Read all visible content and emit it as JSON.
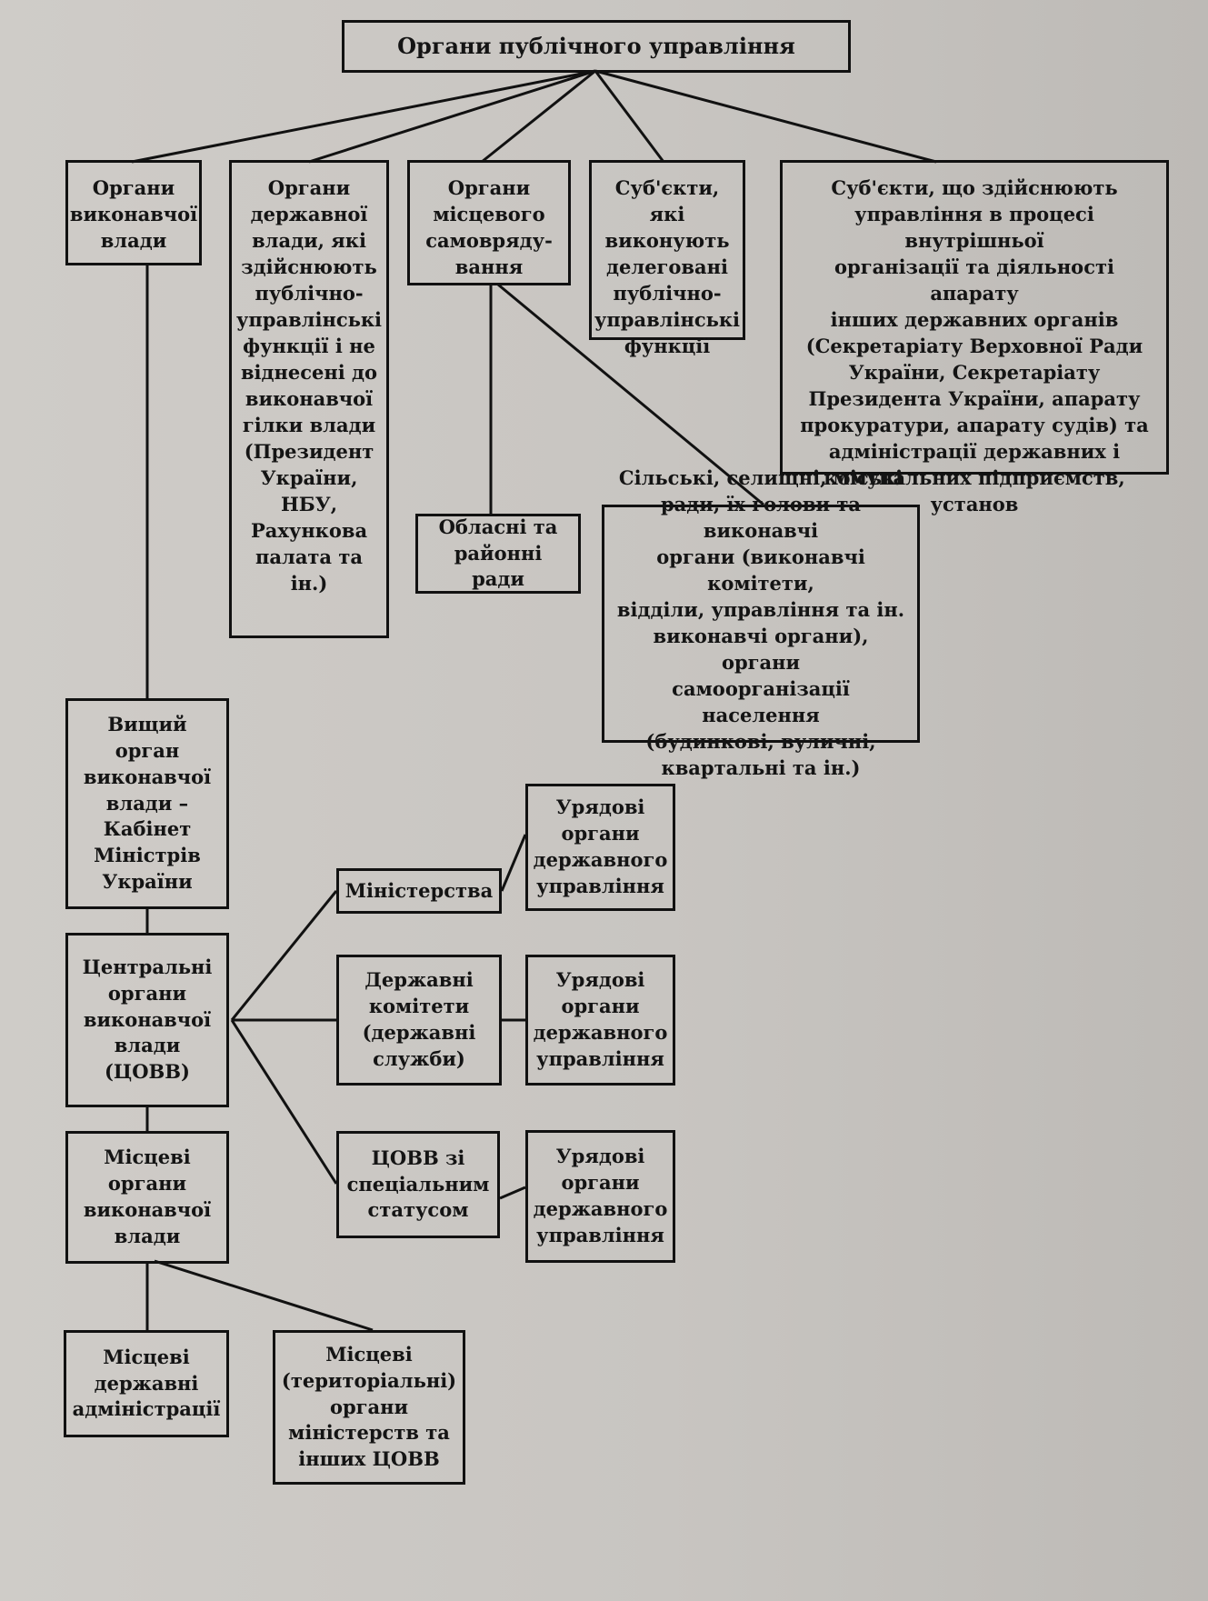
{
  "diagram": {
    "root": "Органи публічного управління",
    "executive": "Органи\nвиконавчої\nвлади",
    "state_power": "Органи\nдержавної\nвлади, які\nздійснюють\nпублічно-\nуправлінські\nфункції і не\nвіднесені до\nвиконавчої\nгілки влади\n(Президент\nУкраїни,\nНБУ,\nРахункова\nпалата та ін.)",
    "local_self_gov": "Органи\nмісцевого\nсамовряду-\nвання",
    "delegated": "Суб'єкти, які\nвиконують\nделеговані\nпублічно-\nуправлінські\nфункції",
    "internal": "Суб'єкти, що здійснюють\nуправління в процесі внутрішньої\nорганізації та діяльності апарату\nінших державних органів\n(Секретаріату Верховної Ради\nУкраїни, Секретаріату\nПрезидента України, апарату\nпрокуратури, апарату судів) та\nадміністрації державних і\nкомунальних підприємств,\nустанов",
    "oblast_councils": "Обласні та\nрайонні ради",
    "village_councils": "Сільські, селищні, міські\nради, їх голови та виконавчі\nоргани (виконавчі комітети,\nвідділи, управління та ін.\nвиконавчі органи), органи\nсамоорганізації населення\n(будинкові, вуличні,\nквартальні та ін.)",
    "cabinet": "Вищий\nорган\nвиконавчої\nвлади –\nКабінет\nМіністрів\nУкраїни",
    "ministries": "Міністерства",
    "gov_bodies_1": "Урядові\nоргани\nдержавного\nуправління",
    "central": "Центральні\nоргани\nвиконавчої\nвлади\n(ЦОВВ)",
    "committees": "Державні\nкомітети\n(державні\nслужби)",
    "gov_bodies_2": "Урядові\nоргани\nдержавного\nуправління",
    "special_status": "ЦОВВ зі\nспеціальним\nстатусом",
    "gov_bodies_3": "Урядові\nоргани\nдержавного\nуправління",
    "local_exec": "Місцеві\nоргани\nвиконавчої\nвлади",
    "local_admin": "Місцеві\nдержавні\nадміністрації",
    "territorial": "Місцеві\n(територіальні)\nоргани\nміністерств та\nінших ЦОВВ"
  }
}
